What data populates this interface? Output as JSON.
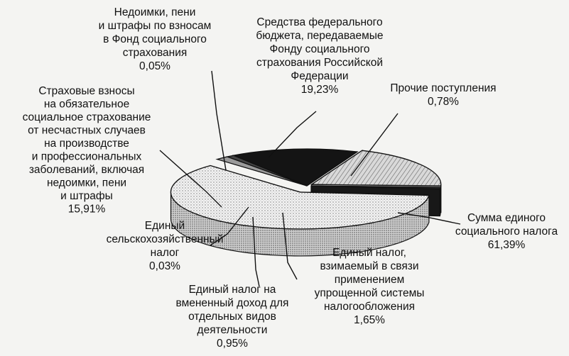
{
  "chart_data": {
    "type": "pie",
    "title": "",
    "unit": "%",
    "slices": [
      {
        "key": "esn",
        "label_lines": [
          "Сумма единого",
          "социального налога"
        ],
        "value": 61.39,
        "value_text": "61,39%",
        "color": "#f2f2f2",
        "pattern": "dots"
      },
      {
        "key": "usn",
        "label_lines": [
          "Единый налог,",
          "взимаемый в связи",
          "применением",
          "упрощенной системы",
          "налогообложения"
        ],
        "value": 1.65,
        "value_text": "1,65%",
        "color": "#9a9a9a",
        "pattern": "none"
      },
      {
        "key": "envd",
        "label_lines": [
          "Единый налог на",
          "вмененный доход для",
          "отдельных видов",
          "деятельности"
        ],
        "value": 0.95,
        "value_text": "0,95%",
        "color": "#444444",
        "pattern": "none"
      },
      {
        "key": "eshn",
        "label_lines": [
          "Единый",
          "сельскохозяйственный",
          "налог"
        ],
        "value": 0.03,
        "value_text": "0,03%",
        "color": "#666666",
        "pattern": "none"
      },
      {
        "key": "ins",
        "label_lines": [
          "Страховые взносы",
          "на обязательное",
          "социальное страхование",
          "от несчастных случаев",
          "на производстве",
          "и профессиональных",
          "заболеваний, включая",
          "недоимки, пени",
          "и штрафы"
        ],
        "value": 15.91,
        "value_text": "15,91%",
        "color": "#141414",
        "pattern": "none"
      },
      {
        "key": "debt",
        "label_lines": [
          "Недоимки, пени",
          "и штрафы по взносам",
          "в Фонд социального",
          "страхования"
        ],
        "value": 0.05,
        "value_text": "0,05%",
        "color": "#555555",
        "pattern": "none"
      },
      {
        "key": "fed",
        "label_lines": [
          "Средства федерального",
          "бюджета, передаваемые",
          "Фонду социального",
          "страхования  Российской",
          "Федерации"
        ],
        "value": 19.23,
        "value_text": "19,23%",
        "color": "#cfcfcf",
        "pattern": "hatch"
      },
      {
        "key": "other",
        "label_lines": [
          "Прочие поступления"
        ],
        "value": 0.78,
        "value_text": "0,78%",
        "color": "#222222",
        "pattern": "none"
      }
    ]
  }
}
